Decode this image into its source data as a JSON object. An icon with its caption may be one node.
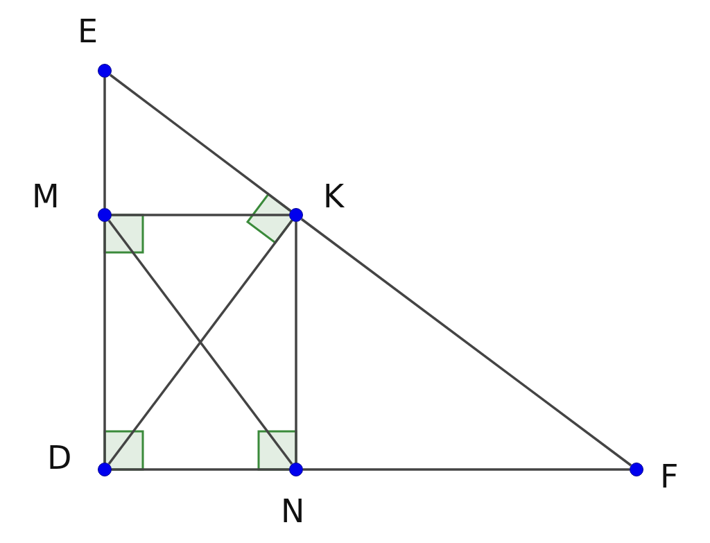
{
  "diagram": {
    "nodes": [
      {
        "text": [],
        "shape": "circle",
        "beside": [
          "E"
        ]
      },
      {
        "text": [],
        "shape": "circle",
        "beside": [
          "M"
        ]
      },
      {
        "text": [],
        "shape": "circle",
        "beside": [
          "K"
        ]
      },
      {
        "text": [],
        "shape": "circle",
        "beside": [
          "D"
        ]
      },
      {
        "text": [],
        "shape": "circle",
        "beside": [
          "N"
        ]
      },
      {
        "text": [],
        "shape": "circle",
        "beside": [
          "F"
        ]
      }
    ],
    "edges": [
      {
        "from": 0,
        "to": 1,
        "arrow": "none"
      },
      {
        "from": 1,
        "to": 3,
        "arrow": "none"
      },
      {
        "from": 0,
        "to": 2,
        "arrow": "none"
      },
      {
        "from": 2,
        "to": 5,
        "arrow": "none"
      },
      {
        "from": 1,
        "to": 2,
        "arrow": "none"
      },
      {
        "from": 3,
        "to": 4,
        "arrow": "none"
      },
      {
        "from": 4,
        "to": 5,
        "arrow": "none"
      },
      {
        "from": 2,
        "to": 4,
        "arrow": "none"
      },
      {
        "from": 1,
        "to": 4,
        "arrow": "none"
      },
      {
        "from": 3,
        "to": 2,
        "arrow": "none"
      }
    ]
  }
}
